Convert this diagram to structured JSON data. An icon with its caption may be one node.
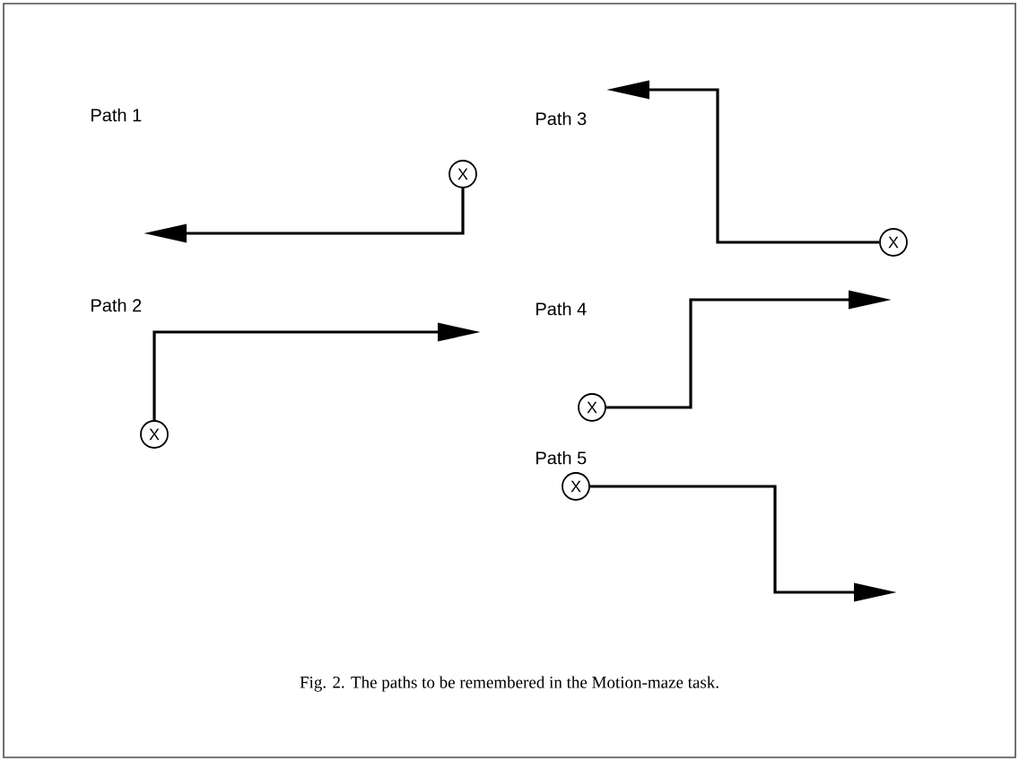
{
  "diagram": {
    "caption": "Fig. 2. The paths to be remembered in the Motion-maze task.",
    "nodes": [
      {
        "text": [
          "X"
        ]
      },
      {
        "text": [
          "X"
        ]
      },
      {
        "text": [
          "X"
        ]
      },
      {
        "text": [
          "X"
        ]
      },
      {
        "text": [
          "X"
        ]
      }
    ],
    "edges": [
      {
        "from": 0,
        "to": null,
        "arrow": "to"
      },
      {
        "from": 1,
        "to": null,
        "arrow": "to"
      },
      {
        "from": 2,
        "to": null,
        "arrow": "to"
      },
      {
        "from": 3,
        "to": null,
        "arrow": "to"
      },
      {
        "from": 4,
        "to": null,
        "arrow": "to"
      }
    ],
    "labels": [
      "Path 1",
      "Path 3",
      "Path 2",
      "Path 4",
      "Path 5"
    ]
  }
}
